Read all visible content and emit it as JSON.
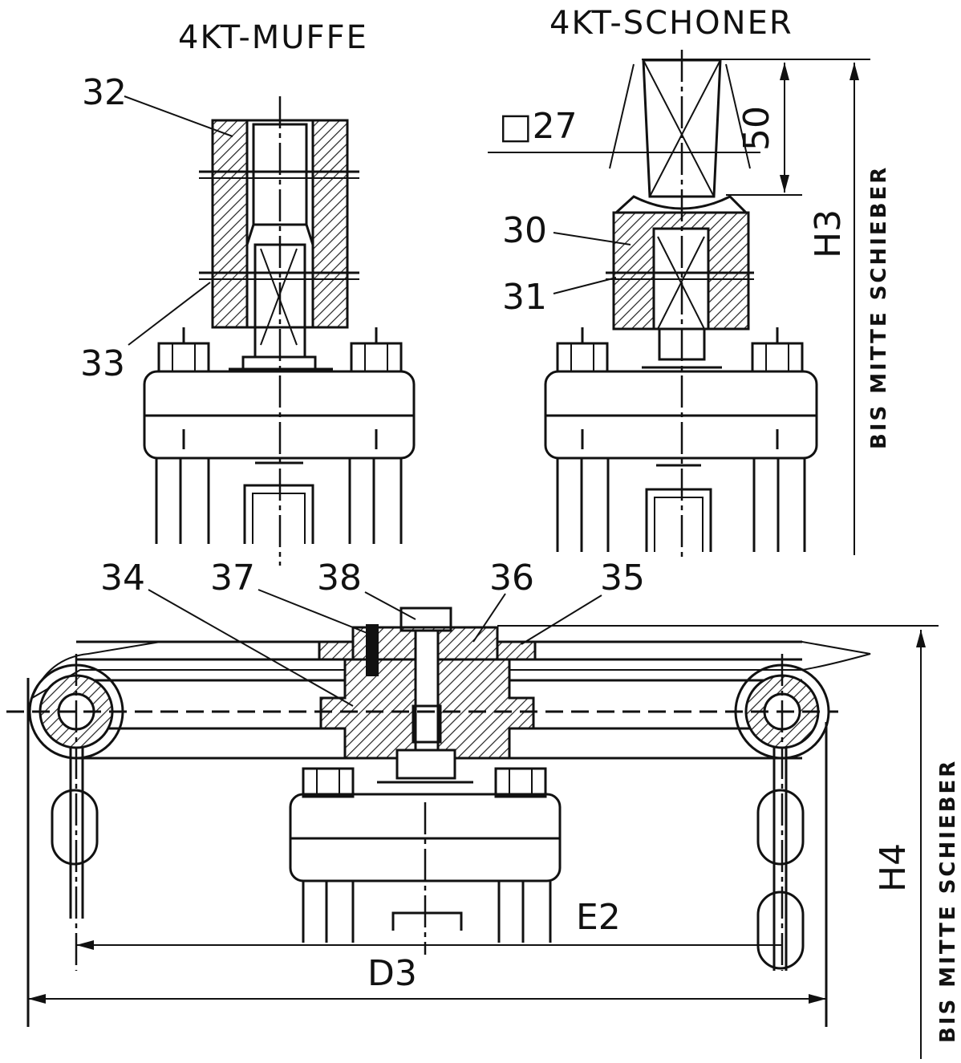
{
  "views": {
    "left_title": "4KT-MUFFE",
    "right_title": "4KT-SCHONER"
  },
  "parts": {
    "p30": "30",
    "p31": "31",
    "p32": "32",
    "p33": "33",
    "p34": "34",
    "p35": "35",
    "p36": "36",
    "p37": "37",
    "p38": "38"
  },
  "dimensions": {
    "square": "□27",
    "height_50": "50",
    "h3": "H3",
    "h4": "H4",
    "d3": "D3",
    "e2": "E2",
    "bis_mitte_top": "BIS MITTE SCHIEBER",
    "bis_mitte_bottom": "BIS MITTE SCHIEBER"
  }
}
